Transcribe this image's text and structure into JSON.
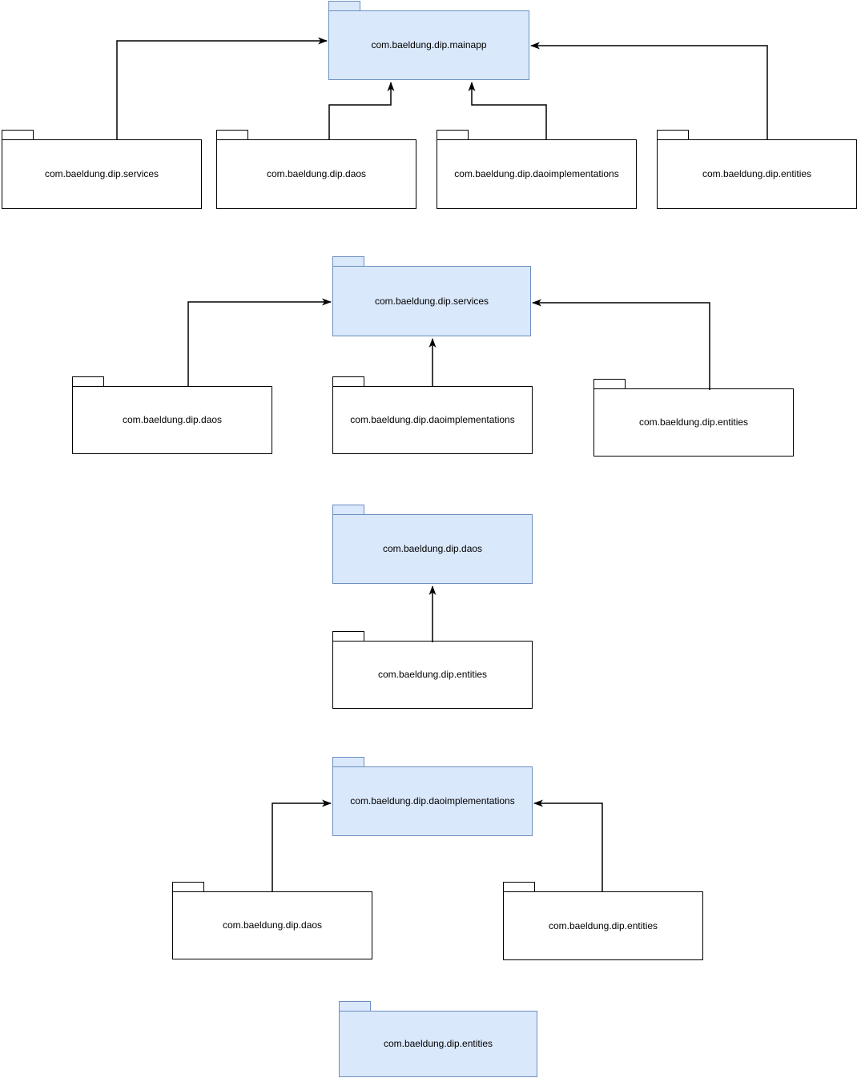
{
  "diagram": {
    "type": "uml-package-dependency-diagram",
    "sections": [
      {
        "target": "com.baeldung.dip.mainapp",
        "dependencies": [
          "com.baeldung.dip.services",
          "com.baeldung.dip.daos",
          "com.baeldung.dip.daoimplementations",
          "com.baeldung.dip.entities"
        ]
      },
      {
        "target": "com.baeldung.dip.services",
        "dependencies": [
          "com.baeldung.dip.daos",
          "com.baeldung.dip.daoimplementations",
          "com.baeldung.dip.entities"
        ]
      },
      {
        "target": "com.baeldung.dip.daos",
        "dependencies": [
          "com.baeldung.dip.entities"
        ]
      },
      {
        "target": "com.baeldung.dip.daoimplementations",
        "dependencies": [
          "com.baeldung.dip.daos",
          "com.baeldung.dip.entities"
        ]
      },
      {
        "target": "com.baeldung.dip.entities",
        "dependencies": []
      }
    ],
    "colors": {
      "package_fill": "#dae8fc",
      "package_border": "#6c8ebf",
      "dependency_fill": "#ffffff",
      "dependency_border": "#000000",
      "arrow": "#000000",
      "background": "#ffffff",
      "text": "#000000"
    }
  }
}
